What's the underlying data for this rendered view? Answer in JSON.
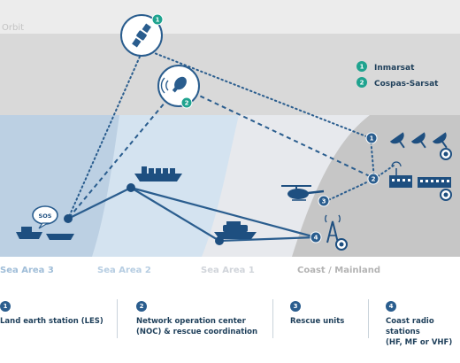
{
  "orbit_label": "Orbit",
  "legend": [
    {
      "num": "1",
      "label": "Inmarsat"
    },
    {
      "num": "2",
      "label": "Cospas-Sarsat"
    }
  ],
  "zones": [
    {
      "label": "Sea Area 3"
    },
    {
      "label": "Sea Area 2"
    },
    {
      "label": "Sea Area 1"
    },
    {
      "label": "Coast / Mainland"
    }
  ],
  "sos_text": "SOS",
  "node_numbers": [
    "1",
    "2",
    "3",
    "4"
  ],
  "bottom_legend": [
    {
      "num": "1",
      "line1": "Land earth station (LES)",
      "line2": ""
    },
    {
      "num": "2",
      "line1": "Network operation center",
      "line2": "(NOC) & rescue coordination"
    },
    {
      "num": "3",
      "line1": "Rescue units",
      "line2": ""
    },
    {
      "num": "4",
      "line1": "Coast radio stations",
      "line2": "(HF, MF or VHF)"
    }
  ],
  "colors": {
    "teal": "#1fa38f",
    "navy": "#1e4f80",
    "line": "#2a5d8e",
    "orbit_band": "#dcdcdc",
    "area3": "#b9cfe2",
    "area2": "#d3e2ef",
    "area1": "#e6e9ee",
    "coast": "#c5c5c5"
  }
}
